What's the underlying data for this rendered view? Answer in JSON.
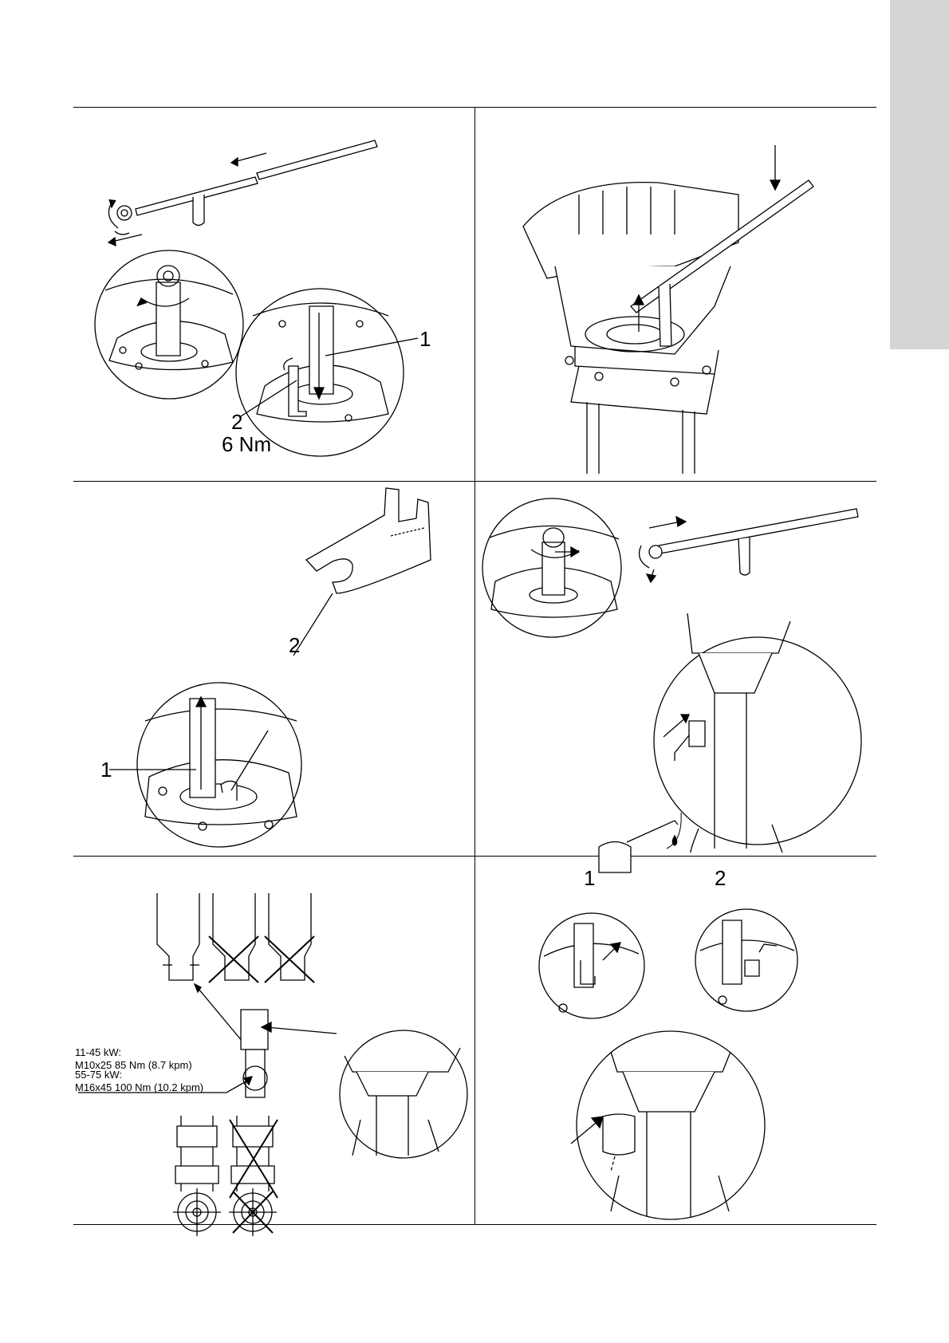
{
  "panels": [
    {
      "id": "panel-1",
      "labels": {
        "one": "1",
        "two": "2",
        "torque": "6 Nm"
      }
    },
    {
      "id": "panel-2",
      "labels": {}
    },
    {
      "id": "panel-3",
      "labels": {
        "one": "1",
        "two": "2"
      }
    },
    {
      "id": "panel-4",
      "labels": {}
    },
    {
      "id": "panel-5",
      "labels": {
        "spec_a_range": "11-45 kW:",
        "spec_a_value": "M10x25 85 Nm (8.7 kpm)",
        "spec_b_range": "55-75 kW:",
        "spec_b_value": "M16x45 100 Nm (10.2 kpm)"
      }
    },
    {
      "id": "panel-6",
      "labels": {
        "one": "1",
        "two": "2"
      }
    }
  ]
}
